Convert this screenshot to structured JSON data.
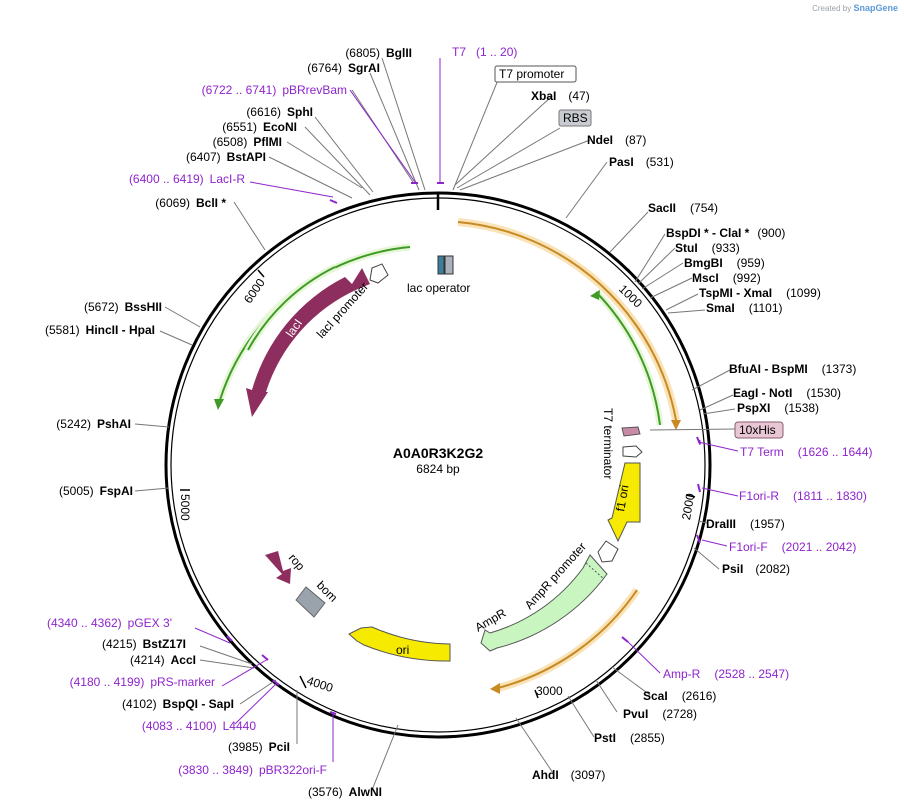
{
  "credit": {
    "prefix": "Created by",
    "brand": "SnapGene"
  },
  "plasmid": {
    "name": "A0A0R3K2G2",
    "length_text": "6824 bp",
    "length": 6824
  },
  "ticks": [
    "1000",
    "2000",
    "3000",
    "4000",
    "5000",
    "6000"
  ],
  "features": {
    "lacI": "lacI",
    "lacI_promoter": "lacI promoter",
    "lac_operator": "lac operator",
    "t7_terminator": "T7 terminator",
    "f1_ori": "f1 ori",
    "ampr_promoter": "AmpR promoter",
    "ampr": "AmpR",
    "ori": "ori",
    "rop": "rop",
    "bom": "bom"
  },
  "colors": {
    "lacI": "#8e2e5f",
    "green_arrow": "#3f9b25",
    "orange_arrow": "#c98a24",
    "f1_ori": "#f5ea00",
    "ori": "#f5ea00",
    "ampr": "#c8f5c0",
    "bom": "#9aa3ab",
    "primer": "#8e24cc",
    "his": "#e9c6d4"
  },
  "labels": {
    "bglII": {
      "site": "BglII",
      "pos": "(6805)"
    },
    "sgrAI": {
      "site": "SgrAI",
      "pos": "(6764)"
    },
    "pBRrevBam": {
      "name": "pBRrevBam",
      "range": "(6722 .. 6741)"
    },
    "sphI": {
      "site": "SphI",
      "pos": "(6616)"
    },
    "ecoNI": {
      "site": "EcoNI",
      "pos": "(6551)"
    },
    "pflMI": {
      "site": "PflMI",
      "pos": "(6508)"
    },
    "bstAPI": {
      "site": "BstAPI",
      "pos": "(6407)"
    },
    "lacIR": {
      "name": "LacI-R",
      "range": "(6400 .. 6419)"
    },
    "bclI": {
      "site": "BclI *",
      "pos": "(6069)"
    },
    "bssHII": {
      "site": "BssHII",
      "pos": "(5672)"
    },
    "hincII": {
      "site": "HincII  -  HpaI",
      "pos": "(5581)"
    },
    "pshAI": {
      "site": "PshAI",
      "pos": "(5242)"
    },
    "fspAI": {
      "site": "FspAI",
      "pos": "(5005)"
    },
    "pgex": {
      "name": "pGEX 3'",
      "range": "(4340 .. 4362)"
    },
    "bstZ17I": {
      "site": "BstZ17I",
      "pos": "(4215)"
    },
    "accI": {
      "site": "AccI",
      "pos": "(4214)"
    },
    "prs": {
      "name": "pRS-marker",
      "range": "(4180 .. 4199)"
    },
    "bspQI": {
      "site": "BspQI  -  SapI",
      "pos": "(4102)"
    },
    "l4440": {
      "name": "L4440",
      "range": "(4083 .. 4100)"
    },
    "pciI": {
      "site": "PciI",
      "pos": "(3985)"
    },
    "pbr322": {
      "name": "pBR322ori-F",
      "range": "(3830 .. 3849)"
    },
    "alwNI": {
      "site": "AlwNI",
      "pos": "(3576)"
    },
    "t7": {
      "name": "T7",
      "range": "(1 .. 20)"
    },
    "t7promoter": {
      "name": "T7 promoter"
    },
    "xbaI": {
      "site": "XbaI",
      "pos": "(47)"
    },
    "rbs": {
      "name": "RBS"
    },
    "ndeI": {
      "site": "NdeI",
      "pos": "(87)"
    },
    "pasI": {
      "site": "PasI",
      "pos": "(531)"
    },
    "sacII": {
      "site": "SacII",
      "pos": "(754)"
    },
    "bspDI": {
      "site": "BspDI *  -  ClaI *",
      "pos": "(900)"
    },
    "stuI": {
      "site": "StuI",
      "pos": "(933)"
    },
    "bmgBI": {
      "site": "BmgBI",
      "pos": "(959)"
    },
    "mscI": {
      "site": "MscI",
      "pos": "(992)"
    },
    "tspMI": {
      "site": "TspMI  -  XmaI",
      "pos": "(1099)"
    },
    "smaI": {
      "site": "SmaI",
      "pos": "(1101)"
    },
    "bfuAI": {
      "site": "BfuAI  -  BspMI",
      "pos": "(1373)"
    },
    "eagI": {
      "site": "EagI  -  NotI",
      "pos": "(1530)"
    },
    "pspXI": {
      "site": "PspXI",
      "pos": "(1538)"
    },
    "his": {
      "name": "10xHis"
    },
    "t7term": {
      "name": "T7 Term",
      "range": "(1626 .. 1644)"
    },
    "f1oriR": {
      "name": "F1ori-R",
      "range": "(1811 .. 1830)"
    },
    "draIII": {
      "site": "DraIII",
      "pos": "(1957)"
    },
    "f1oriF": {
      "name": "F1ori-F",
      "range": "(2021 .. 2042)"
    },
    "psiI": {
      "site": "PsiI",
      "pos": "(2082)"
    },
    "ampR": {
      "name": "Amp-R",
      "range": "(2528 .. 2547)"
    },
    "scaI": {
      "site": "ScaI",
      "pos": "(2616)"
    },
    "pvuI": {
      "site": "PvuI",
      "pos": "(2728)"
    },
    "pstI": {
      "site": "PstI",
      "pos": "(2855)"
    },
    "ahdI": {
      "site": "AhdI",
      "pos": "(3097)"
    }
  }
}
